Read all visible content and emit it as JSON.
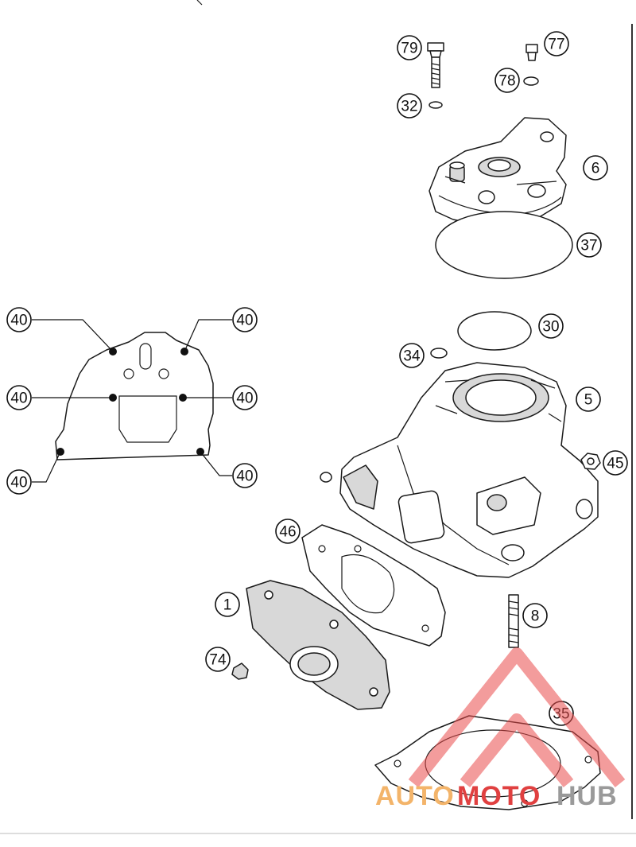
{
  "callouts": {
    "c79": "79",
    "c77": "77",
    "c78": "78",
    "c32": "32",
    "c6": "6",
    "c37": "37",
    "c30": "30",
    "c34": "34",
    "c5": "5",
    "c45": "45",
    "c46": "46",
    "c1": "1",
    "c8": "8",
    "c74": "74",
    "c35": "35",
    "c40_tl": "40",
    "c40_tr": "40",
    "c40_ml": "40",
    "c40_mr": "40",
    "c40_bl": "40",
    "c40_br": "40"
  },
  "watermark": {
    "word_1": "AUTO",
    "word_2": "MOTO",
    "word_3": "HUB",
    "color_1": "#f3b46a",
    "color_2": "#e04040",
    "color_3": "#9a9a9a"
  }
}
